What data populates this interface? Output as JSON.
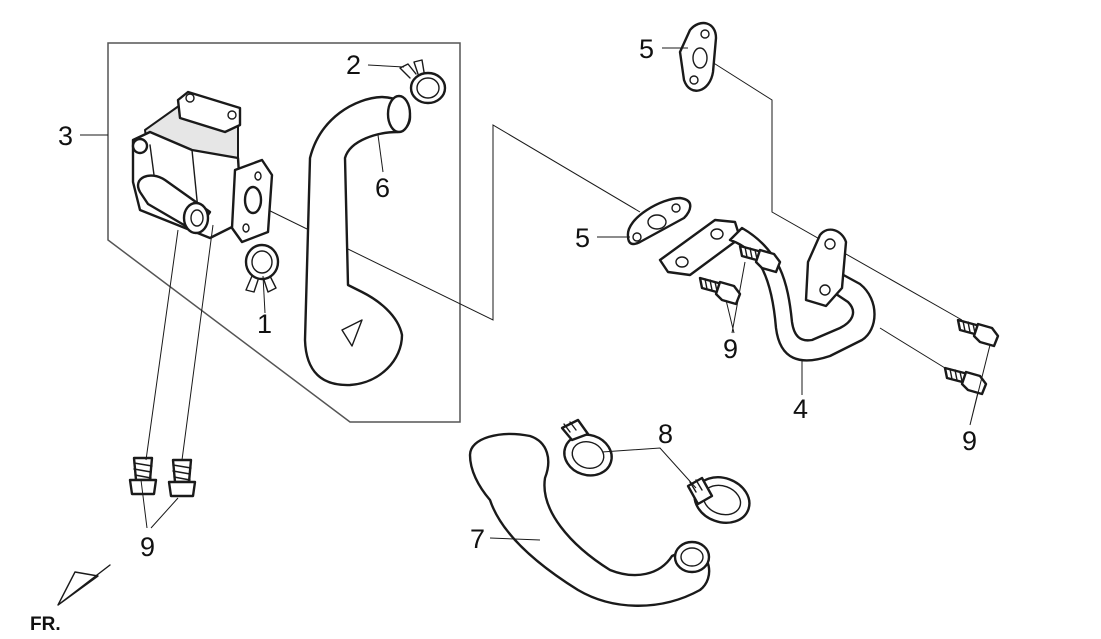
{
  "callouts": {
    "c1": "1",
    "c2": "2",
    "c3": "3",
    "c4": "4",
    "c5a": "5",
    "c5b": "5",
    "c6": "6",
    "c7": "7",
    "c8": "8",
    "c9a": "9",
    "c9b": "9",
    "c9c": "9"
  },
  "direction_label": "FR."
}
